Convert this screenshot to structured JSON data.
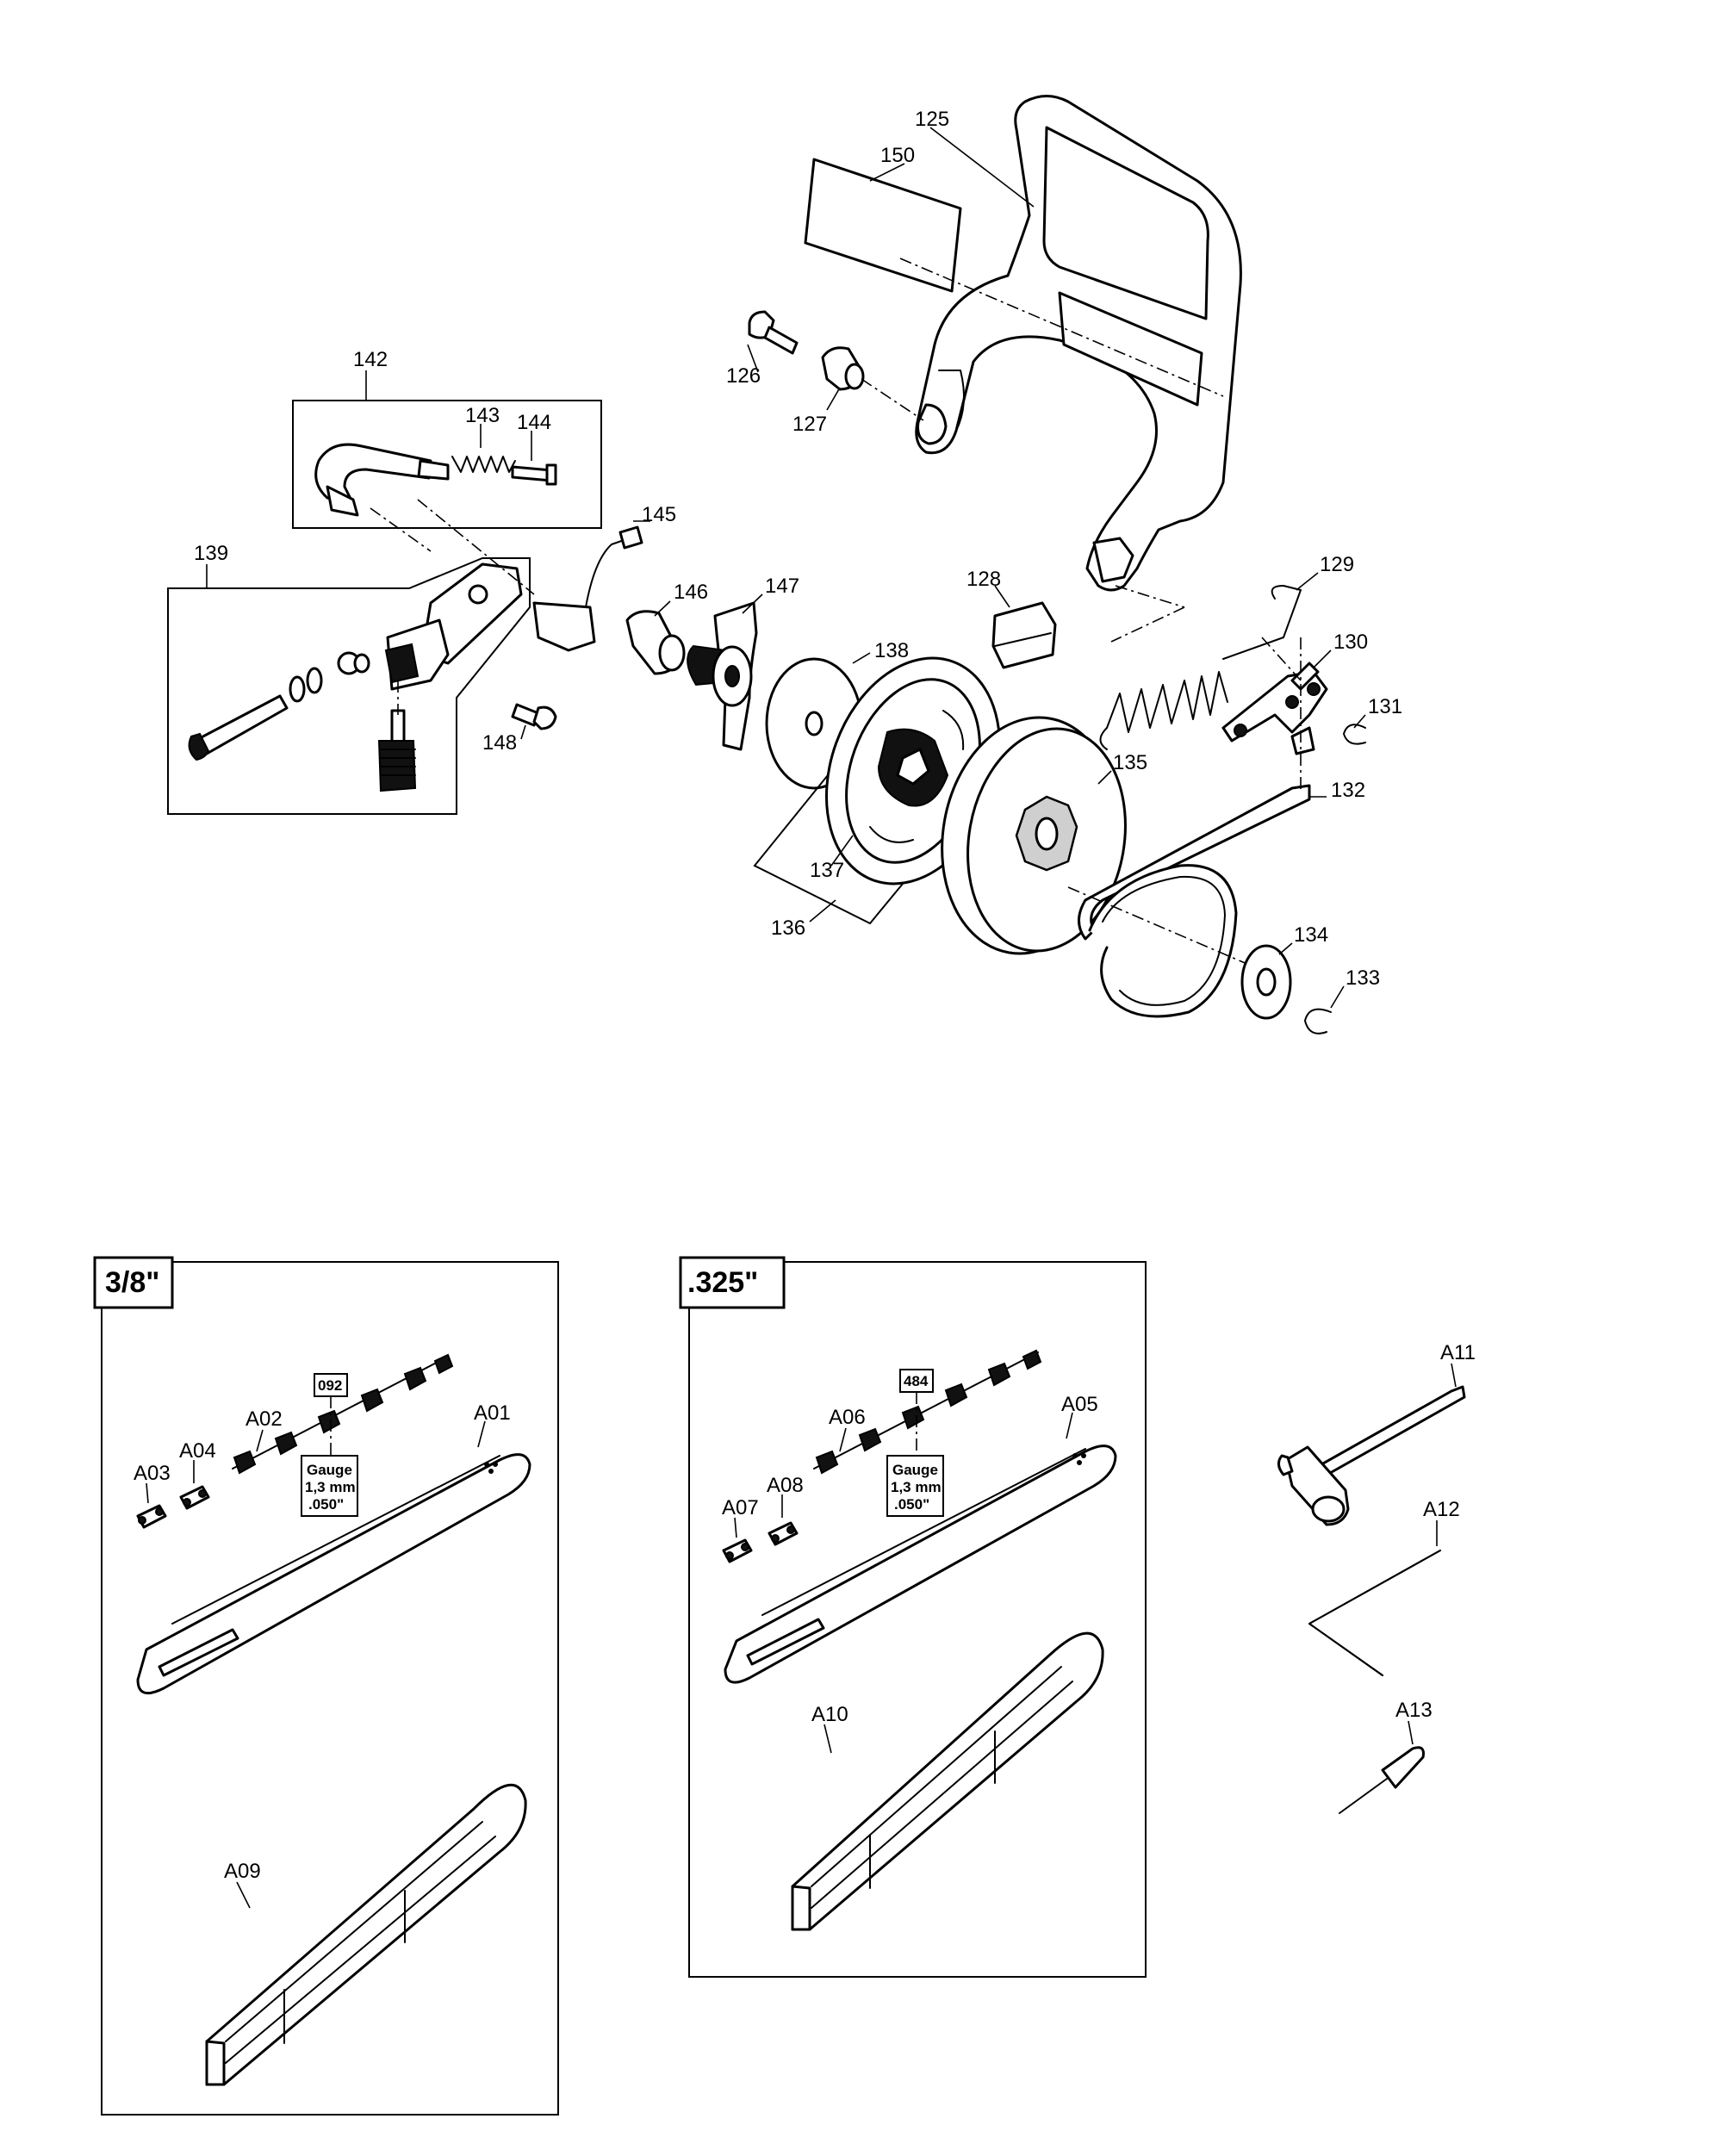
{
  "top_labels": {
    "p125": "125",
    "p150": "150",
    "p126": "126",
    "p127": "127",
    "p142": "142",
    "p143": "143",
    "p144": "144",
    "p145": "145",
    "p139": "139",
    "p146": "146",
    "p147": "147",
    "p148": "148",
    "p128": "128",
    "p129": "129",
    "p130": "130",
    "p131": "131",
    "p138": "138",
    "p135": "135",
    "p132": "132",
    "p137": "137",
    "p136": "136",
    "p134": "134",
    "p133": "133"
  },
  "panel_38": {
    "size_label": "3/8\"",
    "chain_code": "092",
    "gauge": [
      "Gauge",
      "1,3 mm",
      ".050\""
    ],
    "labels": {
      "a01": "A01",
      "a02": "A02",
      "a03": "A03",
      "a04": "A04",
      "a09": "A09"
    }
  },
  "panel_325": {
    "size_label": ".325\"",
    "chain_code": "484",
    "gauge": [
      "Gauge",
      "1,3 mm",
      ".050\""
    ],
    "labels": {
      "a05": "A05",
      "a06": "A06",
      "a07": "A07",
      "a08": "A08",
      "a10": "A10"
    }
  },
  "tools": {
    "a11": "A11",
    "a12": "A12",
    "a13": "A13"
  }
}
